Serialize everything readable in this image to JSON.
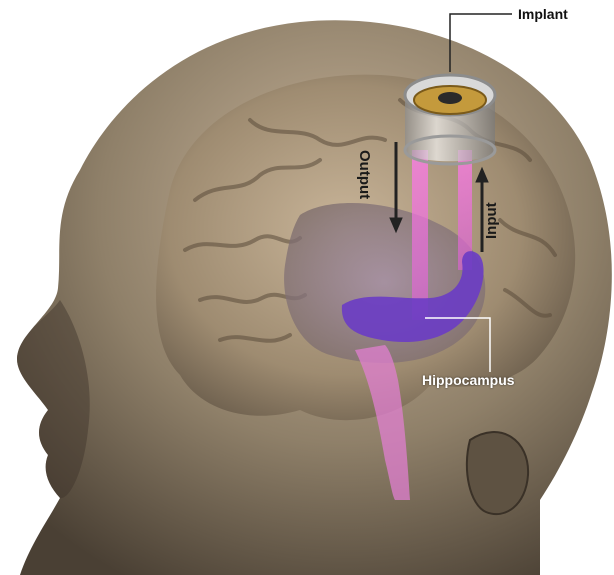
{
  "labels": {
    "implant": "Implant",
    "hippocampus": "Hippocampus",
    "output": "Output",
    "input": "Input"
  },
  "colors": {
    "background": "#ffffff",
    "head": "#8a7c6a",
    "brain": "#b3a084",
    "hippocampus": "#6a3cc4",
    "signal": "#e070d8",
    "callout_line": "#222222"
  }
}
